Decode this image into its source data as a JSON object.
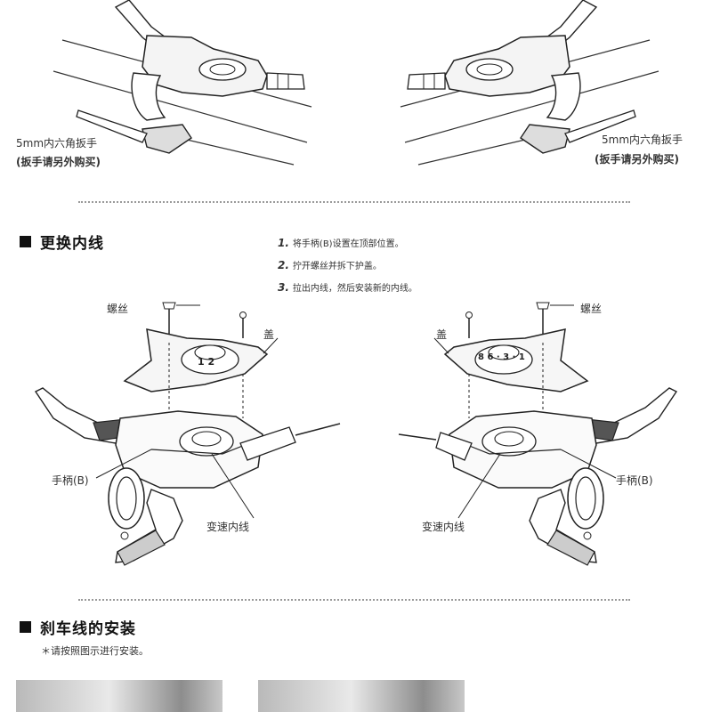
{
  "top": {
    "left_label_1": "5mm内六角扳手",
    "left_label_2": "(扳手请另外购买)",
    "right_label_1": "5mm内六角扳手",
    "right_label_2": "(扳手请另外购买)"
  },
  "section1": {
    "title": "更换内线",
    "steps": [
      {
        "num": "1.",
        "text": "将手柄(B)设置在顶部位置。"
      },
      {
        "num": "2.",
        "text": "拧开螺丝并拆下护盖。"
      },
      {
        "num": "3.",
        "text": "拉出内线，然后安装新的内线。"
      }
    ],
    "labels": {
      "screw_left": "螺丝",
      "cover_left": "盖",
      "lever_left": "手柄(B)",
      "cable_left": "变速内线",
      "screw_right": "螺丝",
      "cover_right": "盖",
      "lever_right": "手柄(B)",
      "cable_right": "变速内线"
    },
    "dial_left": "1  2",
    "dial_right": "8 6 · 3 · 1"
  },
  "section2": {
    "title": "刹车线的安装",
    "note": "＊请按照图示进行安装。"
  },
  "colors": {
    "line": "#222222",
    "accent": "#111111",
    "divider": "#999999"
  }
}
